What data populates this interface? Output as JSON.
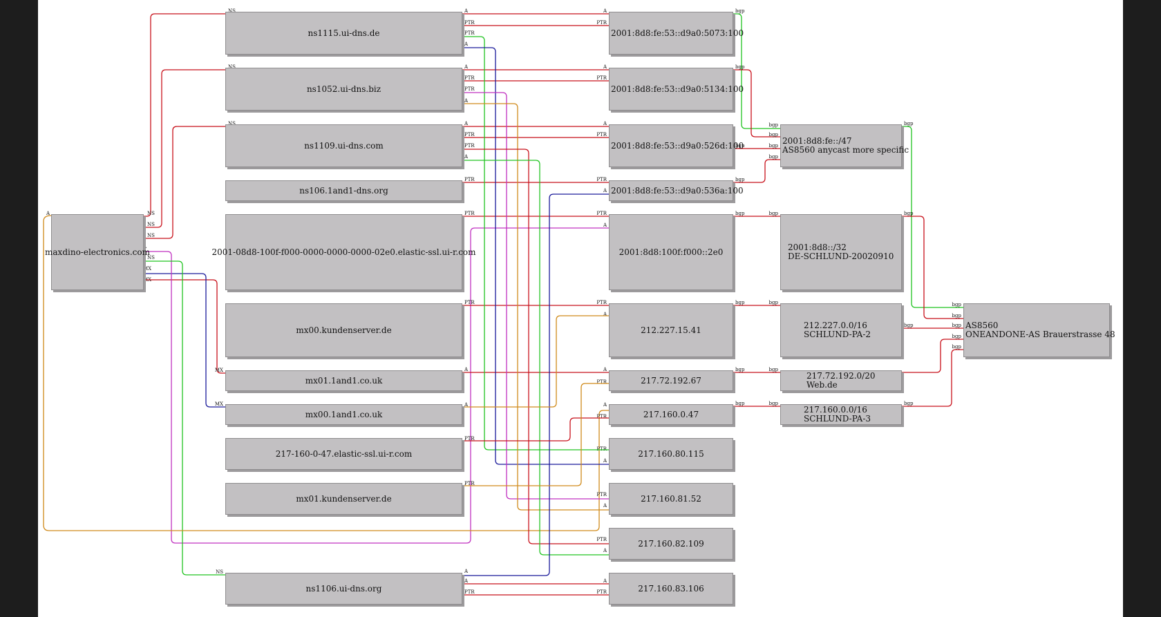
{
  "colors": {
    "red": "#c8101a",
    "green": "#22c422",
    "navy": "#1a1a9a",
    "magenta": "#c030c0",
    "orange": "#d08a1a"
  },
  "nodes": [
    {
      "key": "maxdino",
      "lines": [
        "maxdino-electronics.com"
      ]
    },
    {
      "key": "ns1115",
      "lines": [
        "ns1115.ui-dns.de"
      ]
    },
    {
      "key": "ns1052",
      "lines": [
        "ns1052.ui-dns.biz"
      ]
    },
    {
      "key": "ns1109",
      "lines": [
        "ns1109.ui-dns.com"
      ]
    },
    {
      "key": "ns106",
      "lines": [
        "ns106.1and1-dns.org"
      ]
    },
    {
      "key": "elastic6",
      "lines": [
        "2001-08d8-100f-f000-0000-0000-0000-02e0.elastic-ssl.ui-r.com"
      ]
    },
    {
      "key": "mx00ks",
      "lines": [
        "mx00.kundenserver.de"
      ]
    },
    {
      "key": "mx01uk",
      "lines": [
        "mx01.1and1.co.uk"
      ]
    },
    {
      "key": "mx00uk",
      "lines": [
        "mx00.1and1.co.uk"
      ]
    },
    {
      "key": "el217",
      "lines": [
        "217-160-0-47.elastic-ssl.ui-r.com"
      ]
    },
    {
      "key": "mx01ks",
      "lines": [
        "mx01.kundenserver.de"
      ]
    },
    {
      "key": "ns1106",
      "lines": [
        "ns1106.ui-dns.org"
      ]
    },
    {
      "key": "ip5073",
      "lines": [
        "2001:8d8:fe:53::d9a0:5073:100"
      ]
    },
    {
      "key": "ip5134",
      "lines": [
        "2001:8d8:fe:53::d9a0:5134:100"
      ]
    },
    {
      "key": "ip526d",
      "lines": [
        "2001:8d8:fe:53::d9a0:526d:100"
      ]
    },
    {
      "key": "ip536a",
      "lines": [
        "2001:8d8:fe:53::d9a0:536a:100"
      ]
    },
    {
      "key": "ip2e0",
      "lines": [
        "2001:8d8:100f:f000::2e0"
      ]
    },
    {
      "key": "ip1541",
      "lines": [
        "212.227.15.41"
      ]
    },
    {
      "key": "ip19267",
      "lines": [
        "217.72.192.67"
      ]
    },
    {
      "key": "ip047",
      "lines": [
        "217.160.0.47"
      ]
    },
    {
      "key": "ip80115",
      "lines": [
        "217.160.80.115"
      ]
    },
    {
      "key": "ip8152",
      "lines": [
        "217.160.81.52"
      ]
    },
    {
      "key": "ip82109",
      "lines": [
        "217.160.82.109"
      ]
    },
    {
      "key": "ip83106",
      "lines": [
        "217.160.83.106"
      ]
    },
    {
      "key": "pre47",
      "lines": [
        "2001:8d8:fe::/47",
        "AS8560 anycast more specific"
      ]
    },
    {
      "key": "pre32",
      "lines": [
        "2001:8d8::/32",
        "DE-SCHLUND-20020910"
      ]
    },
    {
      "key": "pre21216",
      "lines": [
        "212.227.0.0/16",
        "SCHLUND-PA-2"
      ]
    },
    {
      "key": "pre21720",
      "lines": [
        "217.72.192.0/20",
        "Web.de"
      ]
    },
    {
      "key": "pre21716",
      "lines": [
        "217.160.0.0/16",
        "SCHLUND-PA-3"
      ]
    },
    {
      "key": "as8560",
      "lines": [
        "AS8560",
        "ONEANDONE-AS Brauerstrasse 48"
      ]
    }
  ],
  "port_labels": [
    "NS",
    "A",
    "PTR",
    "MX",
    "bgp"
  ]
}
